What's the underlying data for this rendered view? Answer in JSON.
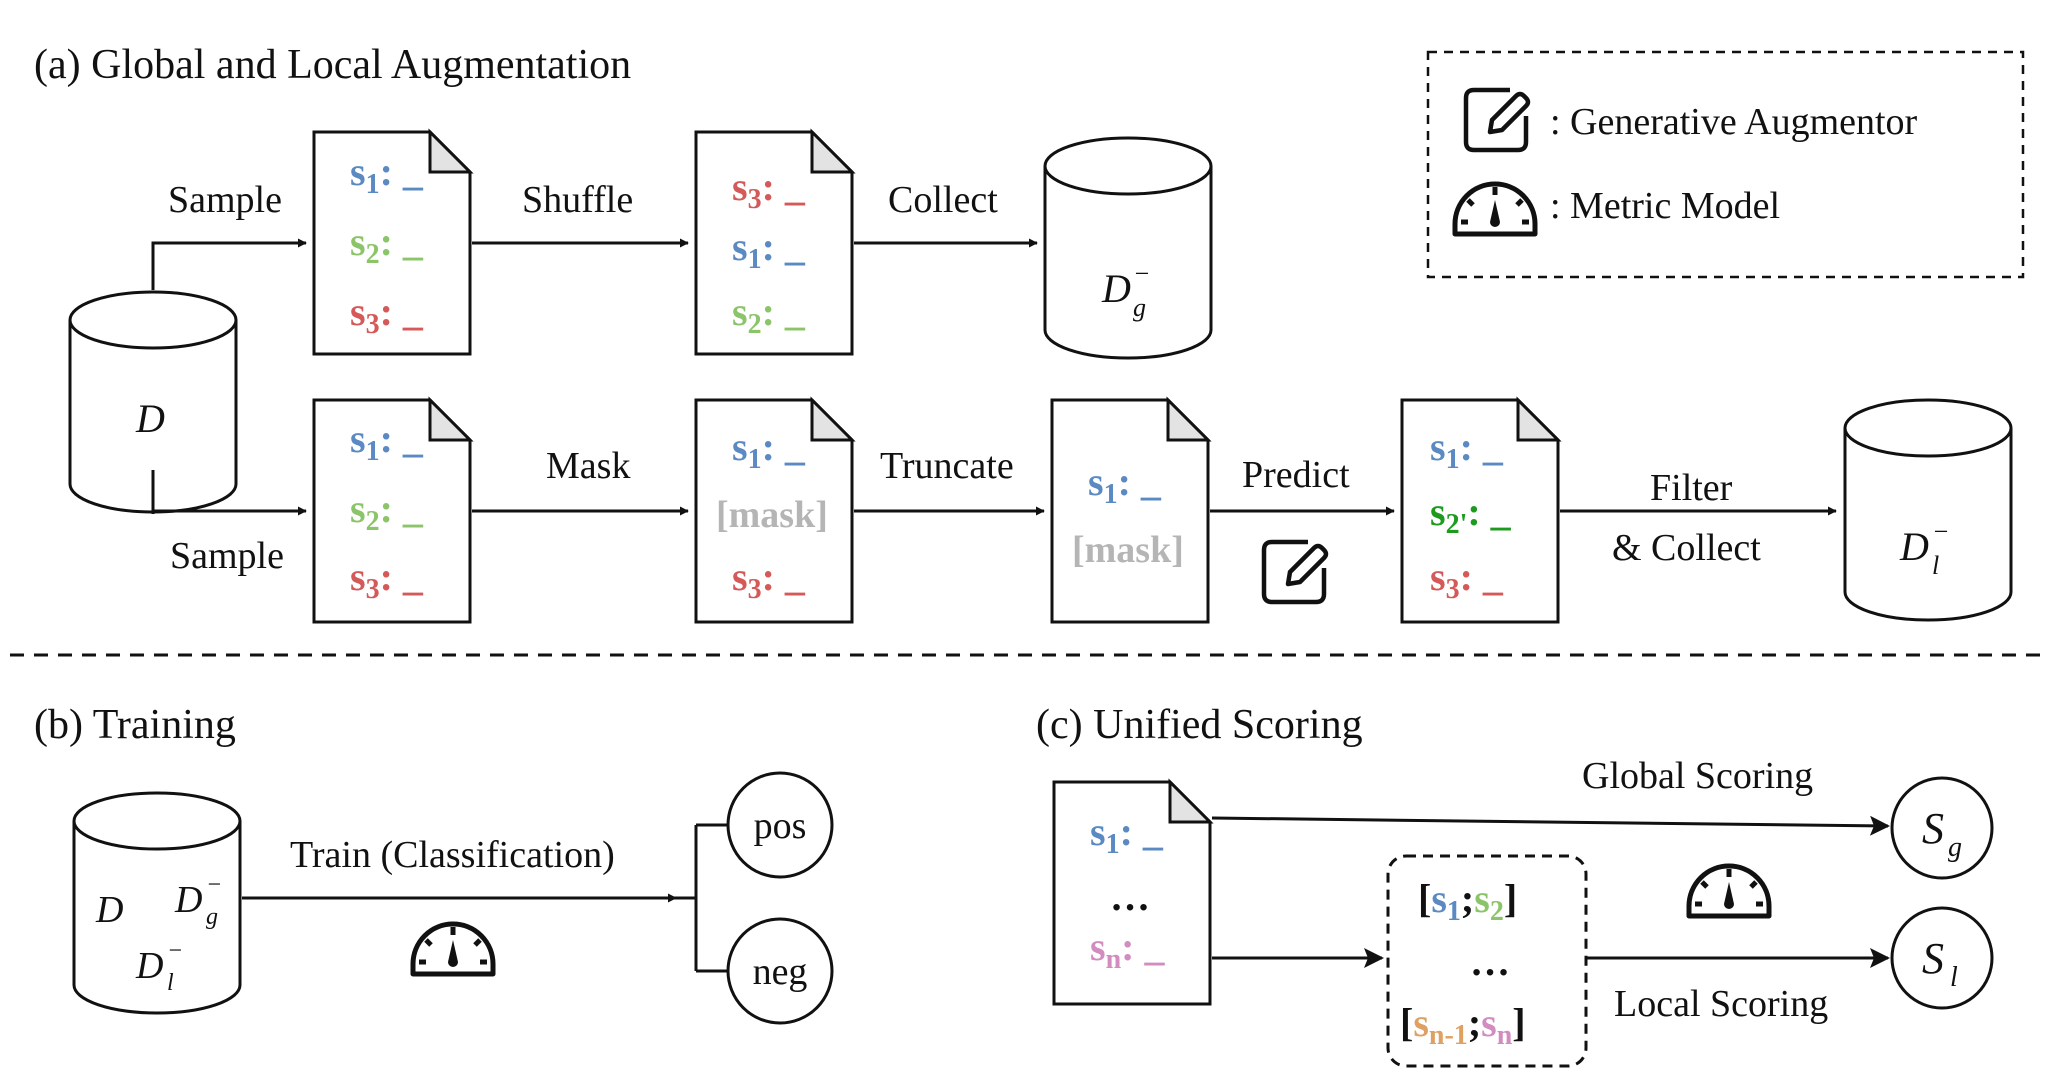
{
  "sections": {
    "a": "(a) Global and Local Augmentation",
    "b": "(b) Training",
    "c": "(c) Unified Scoring"
  },
  "legend": {
    "generative": ": Generative Augmentor",
    "metric": ": Metric Model"
  },
  "labels": {
    "sample_top": "Sample",
    "sample_bottom": "Sample",
    "shuffle": "Shuffle",
    "collect": "Collect",
    "mask": "Mask",
    "truncate": "Truncate",
    "predict": "Predict",
    "filter": "Filter",
    "and_collect": "& Collect",
    "train": "Train (Classification)",
    "pos": "pos",
    "neg": "neg",
    "global_scoring": "Global Scoring",
    "local_scoring": "Local Scoring",
    "ellipsis": "…"
  },
  "tokens": {
    "s": "s",
    "one": "1",
    "two": "2",
    "three": "3",
    "n": "n",
    "n_minus_1": "n-1",
    "colon_blank": ": _",
    "mask": "[mask]",
    "s2_prime": "2'",
    "lb": "[",
    "rb": "]",
    "semi": ";"
  },
  "math": {
    "D": "D",
    "minus": "−",
    "g": "g",
    "l": "l",
    "S": "S"
  },
  "colors": {
    "s1": "#5b8ac3",
    "s2": "#8cc46a",
    "s3": "#d45a5a",
    "sn": "#d28cbf",
    "sn1": "#e0a062",
    "s2_prime": "#1e9b1e",
    "mask": "#b5b5b5"
  }
}
